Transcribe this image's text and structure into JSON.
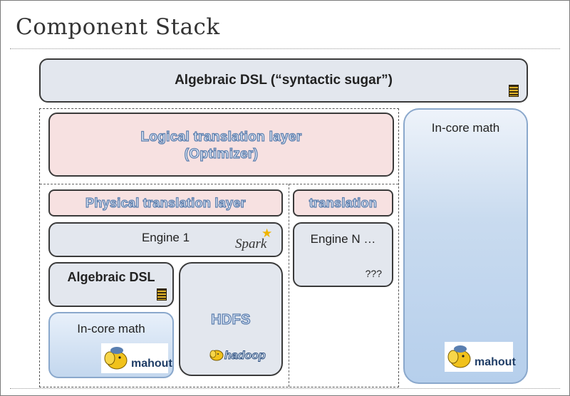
{
  "title": "Component Stack",
  "top": {
    "label": "Algebraic DSL (“syntactic sugar”)"
  },
  "logical": {
    "line1": "Logical translation layer",
    "line2": "(Optimizer)"
  },
  "physical": {
    "label": "Physical translation layer"
  },
  "translation": {
    "label": "translation"
  },
  "engine1": {
    "label": "Engine 1",
    "logo": "Spark"
  },
  "engineN": {
    "label": "Engine N …",
    "note": "???"
  },
  "left_dsl": {
    "label": "Algebraic DSL"
  },
  "left_incore": {
    "label": "In-core math",
    "logo": "mahout"
  },
  "hdfs": {
    "label": "HDFS",
    "logo": "hadoop"
  },
  "right_incore": {
    "label": "In-core math",
    "logo": "mahout"
  },
  "colors": {
    "gray_box": "#e3e7ee",
    "pink_box": "#f7e1e1",
    "blue_box": "#b6cfec",
    "outline_text": "#5d7fae"
  }
}
